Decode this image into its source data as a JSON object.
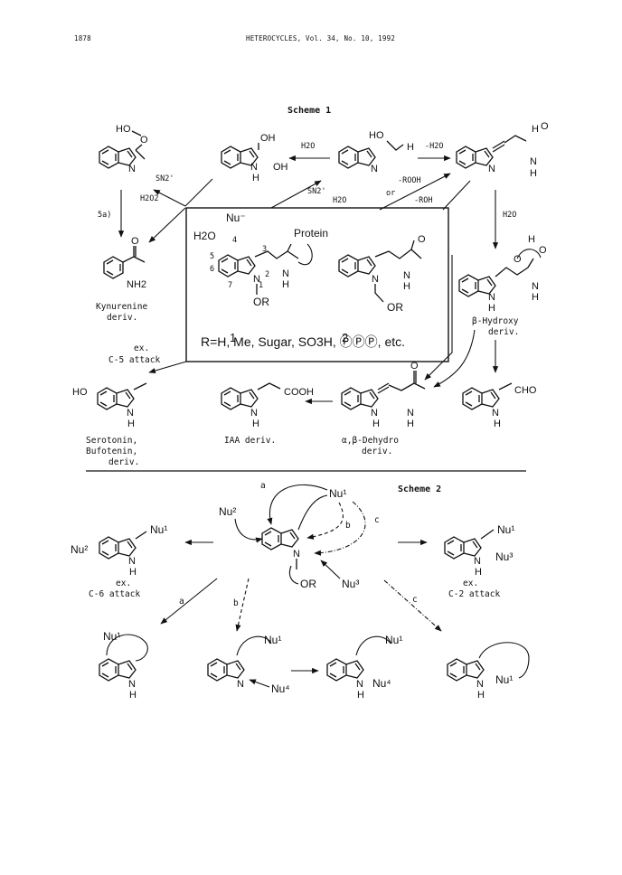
{
  "header": {
    "page_number": "1878",
    "journal": "HETEROCYCLES, Vol. 34, No. 10, 1992"
  },
  "scheme1": {
    "title": "Scheme 1",
    "reagents": {
      "h2o_top": "H2O",
      "minus_h2o": "-H2O",
      "sn2_left": "SN2'",
      "h2o2": "H2O2",
      "sn2_mid": "SN2'",
      "h2o_mid": "H2O",
      "minus_rooh": "-ROOH",
      "or": "or",
      "minus_roh": "-ROH",
      "h2o_right": "H2O",
      "step_5a": "5a)"
    },
    "box": {
      "nu_minus": "Nu⁻",
      "h2o": "H2O",
      "protein": "Protein",
      "num_4": "4",
      "num_3": "3",
      "num_5": "5",
      "num_6": "6",
      "num_7": "7",
      "num_2": "2",
      "num_1": "1",
      "compound_1": "1",
      "compound_2": "2",
      "or_1": "OR",
      "or_2": "OR",
      "substituents": "R=H, Me, Sugar, SO3H, ⓅⓅⓅ, etc."
    },
    "labels": {
      "kynurenine_l1": "Kynurenine",
      "kynurenine_l2": "deriv.",
      "ex": "ex.",
      "c5_attack": "C-5 attack",
      "beta_hydroxy_l1": "β-Hydroxy",
      "beta_hydroxy_l2": "deriv.",
      "serotonin_l1": "Serotonin,",
      "serotonin_l2": "Bufotenin,",
      "serotonin_l3": "deriv.",
      "iaa": "IAA deriv.",
      "dehydro_l1": "α,β-Dehydro",
      "dehydro_l2": "deriv."
    },
    "atoms": {
      "ho_o": "HO",
      "o": "O",
      "oh": "OH",
      "n": "N",
      "h": "H",
      "nh2": "NH2",
      "ho": "HO",
      "cooh": "COOH",
      "cho": "CHO"
    }
  },
  "scheme2": {
    "title": "Scheme 2",
    "nu1": "Nu¹",
    "nu2": "Nu²",
    "nu3": "Nu³",
    "nu4": "Nu⁴",
    "or": "OR",
    "path_a": "a",
    "path_b": "b",
    "path_c": "c",
    "ex": "ex.",
    "c6_attack": "C-6 attack",
    "c2_attack": "C-2 attack"
  }
}
